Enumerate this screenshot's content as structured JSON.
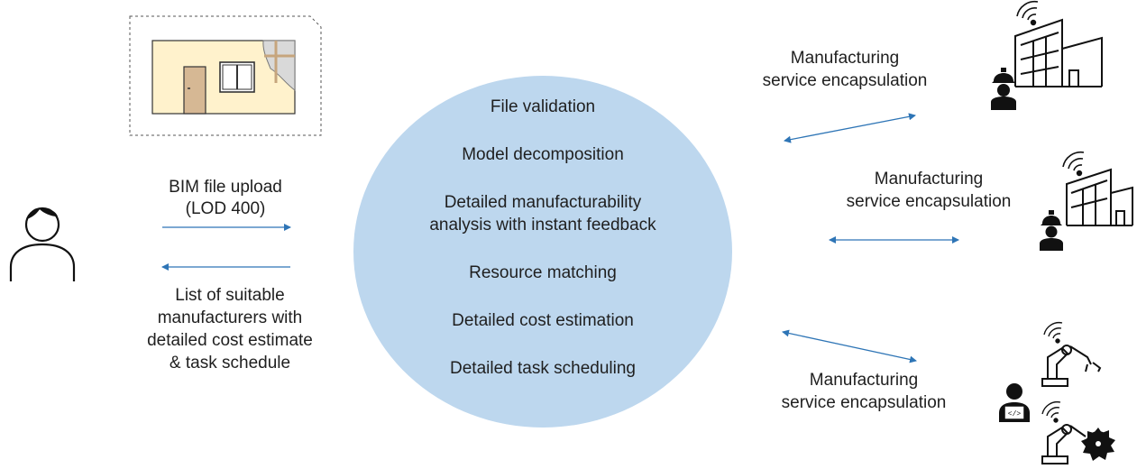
{
  "client": {
    "upload_label_line1": "BIM file upload",
    "upload_label_line2": "(LOD 400)",
    "result_line1": "List of suitable",
    "result_line2": "manufacturers with",
    "result_line3": "detailed cost estimate",
    "result_line4": "& task schedule"
  },
  "platform": {
    "steps": [
      "File validation",
      "Model decomposition",
      "Detailed manufacturability",
      "analysis with instant feedback",
      "Resource matching",
      "Detailed cost estimation",
      "Detailed task scheduling"
    ]
  },
  "manufacturers": [
    {
      "line1": "Manufacturing",
      "line2": "service encapsulation"
    },
    {
      "line1": "Manufacturing",
      "line2": "service encapsulation"
    },
    {
      "line1": "Manufacturing",
      "line2": "service encapsulation"
    }
  ],
  "colors": {
    "circle_fill": "#bdd7ee",
    "arrow": "#2e75b6",
    "bim_wall": "#fff2cc",
    "door": "#d6b894",
    "frame": "#c6a57d"
  },
  "icons": [
    "user-icon",
    "bim-model-icon",
    "factory-icon",
    "worker-icon",
    "wifi-icon",
    "robot-arm-icon",
    "programmer-icon",
    "saw-blade-icon"
  ]
}
